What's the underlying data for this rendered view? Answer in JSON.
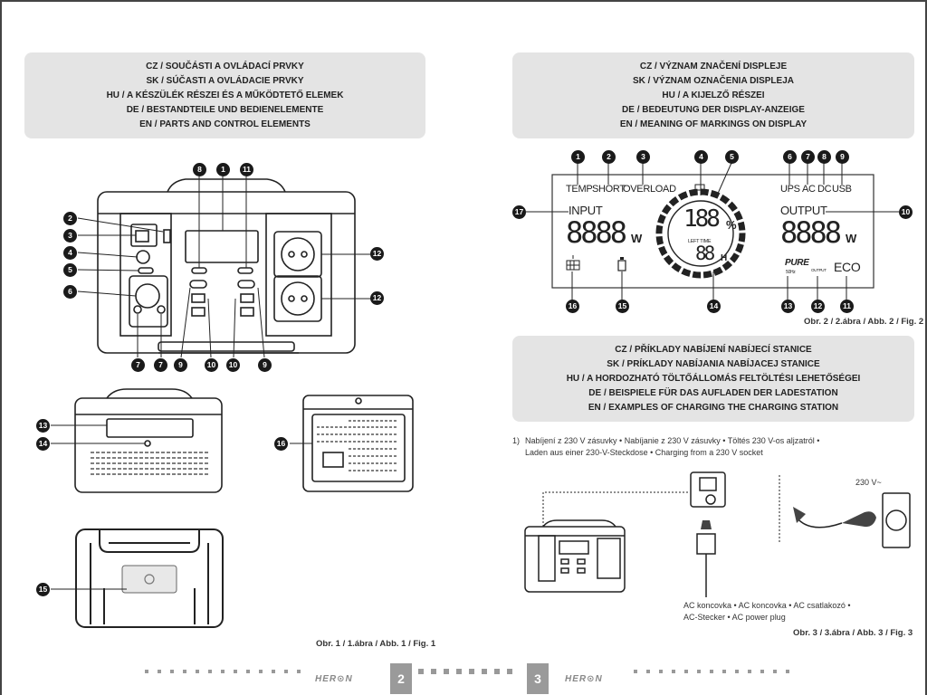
{
  "left_header": [
    "CZ / SOUČÁSTI A OVLÁDACÍ PRVKY",
    "SK / SÚČASTI A OVLÁDACIE PRVKY",
    "HU / A KÉSZÜLÉK RÉSZEI ÉS A MŰKÖDTETŐ ELEMEK",
    "DE / BESTANDTEILE UND BEDIENELEMENTE",
    "EN / PARTS AND CONTROL ELEMENTS"
  ],
  "right_header_display": [
    "CZ / VÝZNAM ZNAČENÍ DISPLEJE",
    "SK / VÝZNAM OZNAČENIA DISPLEJA",
    "HU / A KIJELZŐ RÉSZEI",
    "DE / BEDEUTUNG DER DISPLAY-ANZEIGE",
    "EN / MEANING OF MARKINGS ON DISPLAY"
  ],
  "right_header_charging": [
    "CZ / PŘÍKLADY NABÍJENÍ NABÍJECÍ STANICE",
    "SK / PRÍKLADY NABÍJANIA NABÍJACEJ STANICE",
    "HU / A HORDOZHATÓ TÖLTŐÁLLOMÁS FELTÖLTÉSI LEHETŐSÉGEI",
    "DE / BEISPIELE FÜR DAS AUFLADEN DER LADESTATION",
    "EN / EXAMPLES OF CHARGING THE CHARGING STATION"
  ],
  "display": {
    "temp": "TEMP",
    "short": "SHORT",
    "overload": "OVERLOAD",
    "ups": "UPS",
    "ac": "AC",
    "dc": "DC",
    "usb": "USB",
    "input": "INPUT",
    "output": "OUTPUT",
    "input_value": "8888",
    "output_value": "8888",
    "watt_unit": "W",
    "percent_value": "188",
    "percent_unit": "%",
    "left_time_label": "LEFT TIME",
    "hours_value": "88",
    "hours_unit": "H",
    "pure_label": "PURE",
    "pure_sub": "OUTPUT",
    "freq_label": "50Hz",
    "eco": "ECO"
  },
  "fig1_numbers": [
    "8",
    "1",
    "11",
    "2",
    "3",
    "4",
    "5",
    "6",
    "12",
    "12",
    "7",
    "7",
    "9",
    "10",
    "10",
    "9"
  ],
  "fig1b_numbers": [
    "13",
    "14",
    "16",
    "15"
  ],
  "fig2_numbers": [
    "1",
    "2",
    "3",
    "4",
    "5",
    "6",
    "7",
    "8",
    "9",
    "17",
    "10",
    "16",
    "15",
    "14",
    "13",
    "12",
    "11"
  ],
  "captions": {
    "fig1": "Obr. 1 / 1.ábra / Abb. 1 / Fig. 1",
    "fig2": "Obr. 2 / 2.ábra / Abb. 2 / Fig. 2",
    "fig3": "Obr. 3 / 3.ábra / Abb. 3 / Fig. 3"
  },
  "charging": {
    "item_number": "1)",
    "line1": "Nabíjení z 230 V zásuvky • Nabíjanie z 230 V zásuvky • Töltés 230 V-os aljzatról •",
    "line2": "Laden aus einer 230-V-Steckdose • Charging from a 230 V socket",
    "voltage": "230 V~",
    "connector_line1": "AC koncovka • AC koncovka • AC csatlakozó •",
    "connector_line2": "AC-Stecker • AC power plug"
  },
  "footer": {
    "page_left": "2",
    "page_right": "3",
    "logo": "HER⊙N"
  }
}
